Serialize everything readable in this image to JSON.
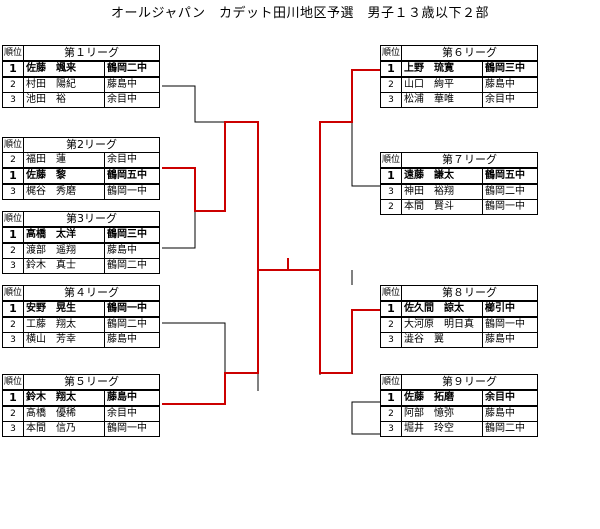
{
  "title": "オールジャパン　カデット田川地区予選　男子１３歳以下２部",
  "rank_header": "順位",
  "leagues": [
    {
      "name": "第１リーグ",
      "rows": [
        {
          "rank": "1",
          "name": "佐藤　颯来",
          "school": "鶴岡二中",
          "win": true
        },
        {
          "rank": "2",
          "name": "村田　陽紀",
          "school": "藤島中"
        },
        {
          "rank": "3",
          "name": "池田　裕",
          "school": "余目中"
        }
      ]
    },
    {
      "name": "第2リーグ",
      "rows": [
        {
          "rank": "2",
          "name": "福田　蓮",
          "school": "余目中"
        },
        {
          "rank": "1",
          "name": "佐藤　黎",
          "school": "鶴岡五中",
          "win": true
        },
        {
          "rank": "3",
          "name": "梶谷　秀磨",
          "school": "鶴岡一中"
        }
      ]
    },
    {
      "name": "第3リーグ",
      "rows": [
        {
          "rank": "1",
          "name": "高橋　太洋",
          "school": "鶴岡三中",
          "win": true
        },
        {
          "rank": "2",
          "name": "渡部　遥翔",
          "school": "藤島中"
        },
        {
          "rank": "3",
          "name": "鈴木　真士",
          "school": "鶴岡二中"
        }
      ]
    },
    {
      "name": "第４リーグ",
      "rows": [
        {
          "rank": "1",
          "name": "安野　晃生",
          "school": "鶴岡一中",
          "win": true
        },
        {
          "rank": "2",
          "name": "工藤　翔太",
          "school": "鶴岡二中"
        },
        {
          "rank": "3",
          "name": "横山　芳幸",
          "school": "藤島中"
        }
      ]
    },
    {
      "name": "第５リーグ",
      "rows": [
        {
          "rank": "1",
          "name": "鈴木　翔太",
          "school": "藤島中",
          "win": true
        },
        {
          "rank": "2",
          "name": "髙橋　優稀",
          "school": "余目中"
        },
        {
          "rank": "3",
          "name": "本間　信乃",
          "school": "鶴岡一中"
        }
      ]
    },
    {
      "name": "第６リーグ",
      "rows": [
        {
          "rank": "1",
          "name": "上野　琉寛",
          "school": "鶴岡三中",
          "win": true
        },
        {
          "rank": "2",
          "name": "山口　絢平",
          "school": "藤島中"
        },
        {
          "rank": "3",
          "name": "松浦　華唯",
          "school": "余目中"
        }
      ]
    },
    {
      "name": "第７リーグ",
      "rows": [
        {
          "rank": "1",
          "name": "遠藤　謙太",
          "school": "鶴岡五中",
          "win": true
        },
        {
          "rank": "3",
          "name": "神田　裕翔",
          "school": "鶴岡二中"
        },
        {
          "rank": "2",
          "name": "本間　賢斗",
          "school": "鶴岡一中"
        }
      ]
    },
    {
      "name": "第８リーグ",
      "rows": [
        {
          "rank": "1",
          "name": "佐久間　諒太",
          "school": "櫛引中",
          "win": true
        },
        {
          "rank": "2",
          "name": "大河原　明日真",
          "school": "鶴岡一中"
        },
        {
          "rank": "3",
          "name": "澁谷　翼",
          "school": "藤島中"
        }
      ]
    },
    {
      "name": "第９リーグ",
      "rows": [
        {
          "rank": "1",
          "name": "佐藤　拓磨",
          "school": "余目中",
          "win": true
        },
        {
          "rank": "2",
          "name": "阿部　憶弥",
          "school": "藤島中"
        },
        {
          "rank": "3",
          "name": "堀井　玲空",
          "school": "鶴岡二中"
        }
      ]
    }
  ],
  "colors": {
    "advance_line": "#cc0000",
    "line": "#000000"
  }
}
